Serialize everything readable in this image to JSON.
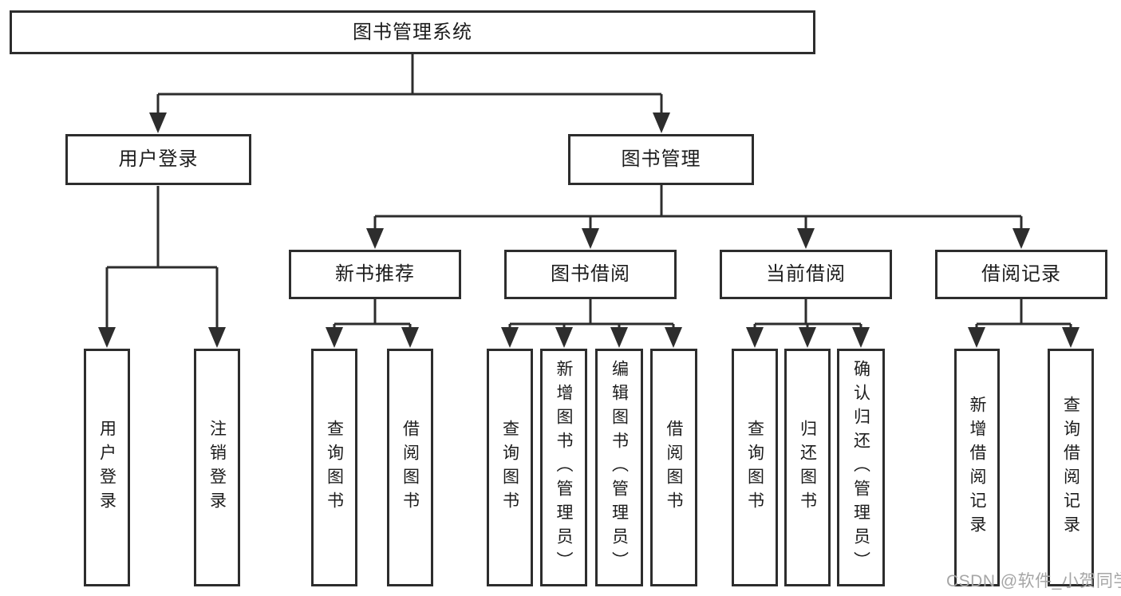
{
  "tree": {
    "root": {
      "label": "图书管理系统"
    },
    "branches": [
      {
        "label": "用户登录",
        "children": [
          {
            "label": "用户登录"
          },
          {
            "label": "注销登录"
          }
        ]
      },
      {
        "label": "图书管理",
        "children": [
          {
            "label": "新书推荐",
            "children": [
              {
                "label": "查询图书"
              },
              {
                "label": "借阅图书"
              }
            ]
          },
          {
            "label": "图书借阅",
            "children": [
              {
                "label": "查询图书"
              },
              {
                "label": "新增图书（管理员）"
              },
              {
                "label": "编辑图书（管理员）"
              },
              {
                "label": "借阅图书"
              }
            ]
          },
          {
            "label": "当前借阅",
            "children": [
              {
                "label": "查询图书"
              },
              {
                "label": "归还图书"
              },
              {
                "label": "确认归还（管理员）"
              }
            ]
          },
          {
            "label": "借阅记录",
            "children": [
              {
                "label": "新增借阅记录"
              },
              {
                "label": "查询借阅记录"
              }
            ]
          }
        ]
      }
    ]
  },
  "watermark": {
    "text": "CSDN @软件_小贺同学"
  },
  "colors": {
    "line": "#2d2d2d",
    "text": "#1c1c1c",
    "watermark": "#a6a6a6",
    "background": "#ffffff"
  }
}
